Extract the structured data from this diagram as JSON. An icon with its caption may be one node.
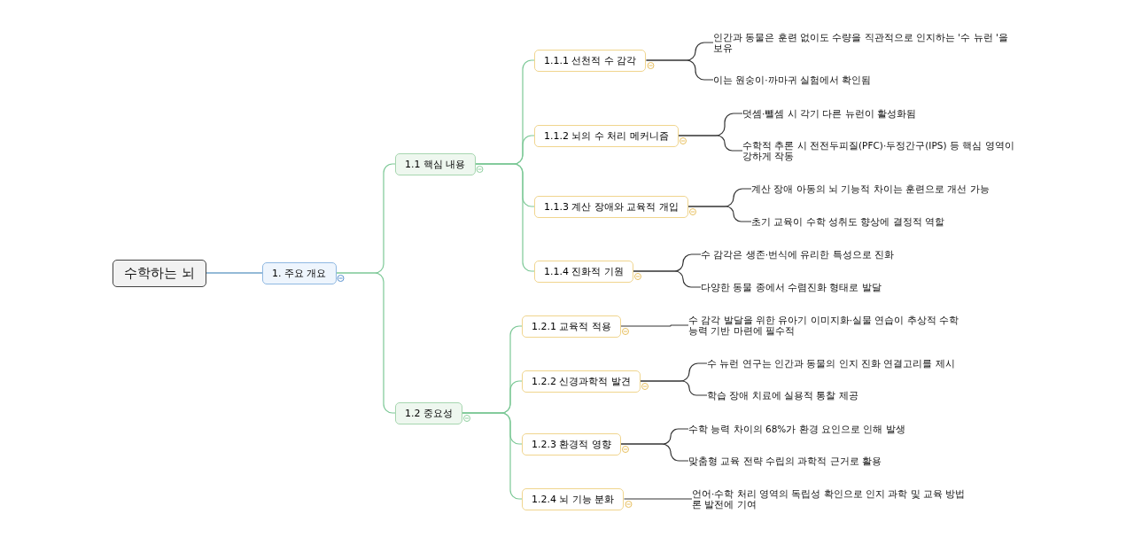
{
  "diagram": {
    "nodes": [
      {
        "text": [
          "수학하는 뇌"
        ]
      },
      {
        "text": [
          "1. 주요 개요"
        ]
      },
      {
        "text": [
          "1.1 핵심 내용"
        ]
      },
      {
        "text": [
          "1.1.1 선천적 수 감각"
        ]
      },
      {
        "text": [
          "인간과 동물은 훈련 없이도 수량을 직관적으로 인지하는 '수 뉴런 '을 보유"
        ]
      },
      {
        "text": [
          "이는 원숭이·까마귀 실험에서 확인됨"
        ]
      },
      {
        "text": [
          "1.1.2 뇌의 수 처리 메커니즘"
        ]
      },
      {
        "text": [
          "덧셈·뺄셈 시 각기 다른 뉴런이 활성화됨"
        ]
      },
      {
        "text": [
          "수학적 추론 시 전전두피질(PFC)·두정간구(IPS) 등 핵심 영역이 강하게 작동"
        ]
      },
      {
        "text": [
          "1.1.3 계산 장애와 교육적 개입"
        ]
      },
      {
        "text": [
          "계산 장애 아동의 뇌 기능적 차이는 훈련으로 개선 가능"
        ]
      },
      {
        "text": [
          "초기 교육이 수학 성취도 향상에 결정적 역할"
        ]
      },
      {
        "text": [
          "1.1.4 진화적 기원"
        ]
      },
      {
        "text": [
          "수 감각은 생존·번식에 유리한 특성으로 진화"
        ]
      },
      {
        "text": [
          "다양한 동물 종에서 수렴진화 형태로 발달"
        ]
      },
      {
        "text": [
          "1.2 중요성"
        ]
      },
      {
        "text": [
          "1.2.1 교육적 적용"
        ]
      },
      {
        "text": [
          "수 감각 발달을 위한 유아기 이미지화·실물 연습이 추상적 수학 능력 기반 마련에 필수적"
        ]
      },
      {
        "text": [
          "1.2.2 신경과학적 발견"
        ]
      },
      {
        "text": [
          "수 뉴런 연구는 인간과 동물의 인지 진화 연결고리를 제시"
        ]
      },
      {
        "text": [
          "학습 장애 치료에 실용적 통찰 제공"
        ]
      },
      {
        "text": [
          "1.2.3 환경적 영향"
        ]
      },
      {
        "text": [
          "수학 능력 차이의 68%가 환경 요인으로 인해 발생"
        ]
      },
      {
        "text": [
          "맞춤형 교육 전략 수립의 과학적 근거로 활용"
        ]
      },
      {
        "text": [
          "1.2.4 뇌 기능 분화"
        ]
      },
      {
        "text": [
          "언어·수학 처리 영역의 독립성 확인으로 인지 과학 및 교육 방법론 발전에 기여"
        ]
      }
    ],
    "edges": [
      {
        "from": 0,
        "to": 1,
        "arrow": "none",
        "color": "#2a76b0"
      },
      {
        "from": 1,
        "to": 2,
        "arrow": "none",
        "color": "#7cc896"
      },
      {
        "from": 1,
        "to": 15,
        "arrow": "none",
        "color": "#7cc896"
      },
      {
        "from": 2,
        "to": 3,
        "arrow": "none",
        "color": "#7cc896"
      },
      {
        "from": 2,
        "to": 6,
        "arrow": "none",
        "color": "#7cc896"
      },
      {
        "from": 2,
        "to": 9,
        "arrow": "none",
        "color": "#7cc896"
      },
      {
        "from": 2,
        "to": 12,
        "arrow": "none",
        "color": "#7cc896"
      },
      {
        "from": 3,
        "to": 4,
        "arrow": "none"
      },
      {
        "from": 3,
        "to": 5,
        "arrow": "none"
      },
      {
        "from": 6,
        "to": 7,
        "arrow": "none"
      },
      {
        "from": 6,
        "to": 8,
        "arrow": "none"
      },
      {
        "from": 9,
        "to": 10,
        "arrow": "none"
      },
      {
        "from": 9,
        "to": 11,
        "arrow": "none"
      },
      {
        "from": 12,
        "to": 13,
        "arrow": "none"
      },
      {
        "from": 12,
        "to": 14,
        "arrow": "none"
      },
      {
        "from": 15,
        "to": 16,
        "arrow": "none",
        "color": "#7cc896"
      },
      {
        "from": 15,
        "to": 18,
        "arrow": "none",
        "color": "#7cc896"
      },
      {
        "from": 15,
        "to": 21,
        "arrow": "none",
        "color": "#7cc896"
      },
      {
        "from": 15,
        "to": 24,
        "arrow": "none",
        "color": "#7cc896"
      },
      {
        "from": 16,
        "to": 17,
        "arrow": "none"
      },
      {
        "from": 18,
        "to": 19,
        "arrow": "none"
      },
      {
        "from": 18,
        "to": 20,
        "arrow": "none"
      },
      {
        "from": 21,
        "to": 22,
        "arrow": "none"
      },
      {
        "from": 21,
        "to": 23,
        "arrow": "none"
      },
      {
        "from": 24,
        "to": 25,
        "arrow": "none"
      }
    ]
  }
}
